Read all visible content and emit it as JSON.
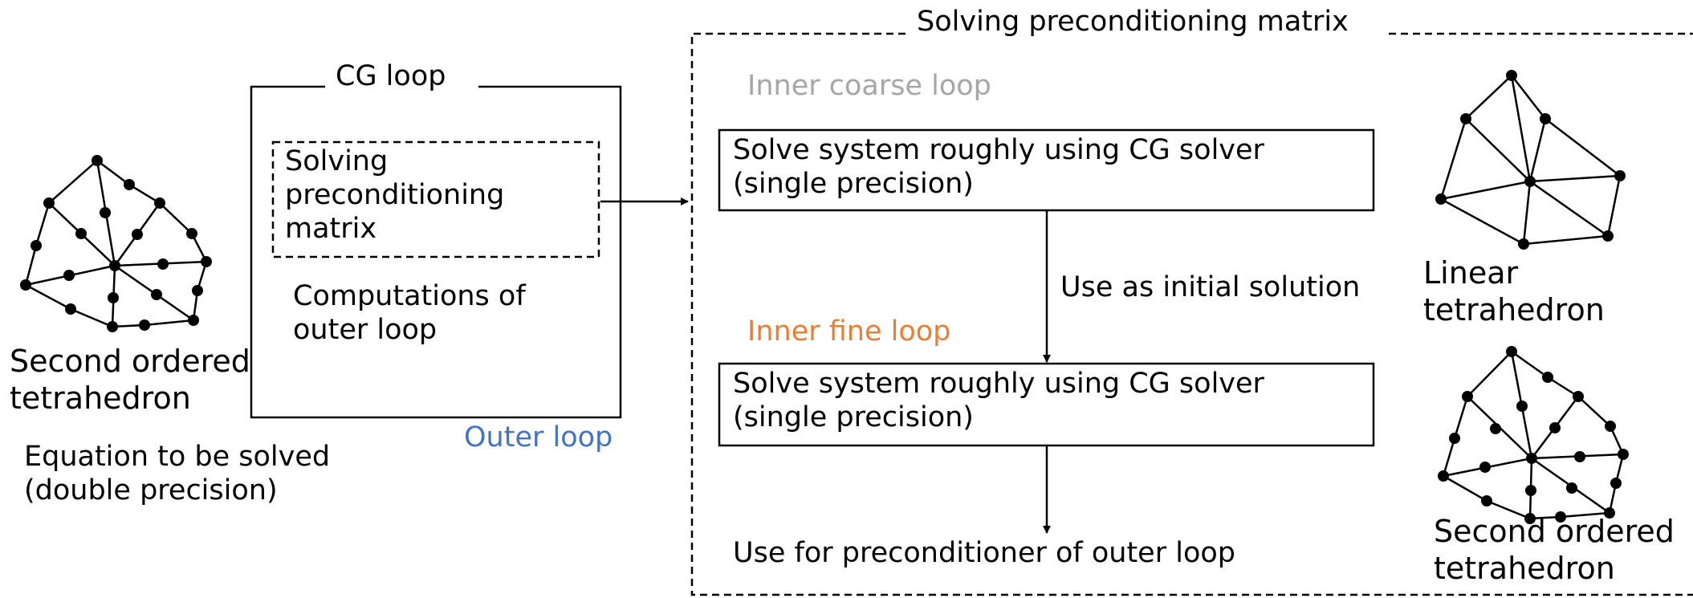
{
  "left": {
    "element_label": "Second ordered\ntetrahedron",
    "equation_label": "Equation to be solved\n(double precision)"
  },
  "cg_box": {
    "title": "CG loop",
    "inner_label": "Solving\npreconditioning\nmatrix",
    "computations_label": "Computations of\nouter loop",
    "outer_label": "Outer loop"
  },
  "precond_box": {
    "title": "Solving preconditioning matrix",
    "coarse_label": "Inner coarse loop",
    "coarse_box_text": "Solve system roughly using CG solver\n(single precision)",
    "arrow_label": "Use as initial solution",
    "fine_label": "Inner fine loop",
    "fine_box_text": "Solve system roughly using CG solver\n(single precision)",
    "result_label": "Use for preconditioner of outer loop"
  },
  "right": {
    "linear_label": "Linear\ntetrahedron",
    "second_label": "Second ordered\ntetrahedron"
  },
  "colors": {
    "outer_loop": "#4472C4",
    "inner_coarse": "#A6A6A6",
    "inner_fine": "#ED7D31"
  }
}
